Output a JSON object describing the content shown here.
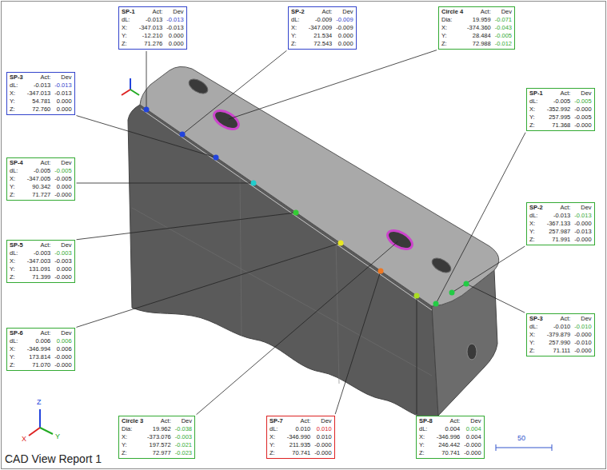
{
  "diagram": {
    "caption": "CAD View Report 1",
    "nodes": [
      {
        "text": [
          "SP-1",
          "Act:",
          "Dev",
          "dL:",
          "-0.013",
          "-0.013",
          "X:",
          "-347.013",
          "-0.013",
          "Y:",
          "-12.210",
          "0.000",
          "Z:",
          "71.276",
          "0.000"
        ]
      },
      {
        "text": [
          "SP-2",
          "Act:",
          "Dev",
          "dL:",
          "-0.009",
          "-0.009",
          "X:",
          "-347.009",
          "-0.009",
          "Y:",
          "21.534",
          "0.000",
          "Z:",
          "72.543",
          "0.000"
        ]
      },
      {
        "text": [
          "Circle 4",
          "Act:",
          "Dev",
          "Dia:",
          "19.959",
          "-0.071",
          "X:",
          "-374.360",
          "-0.043",
          "Y:",
          "28.484",
          "-0.005",
          "Z:",
          "72.988",
          "-0.012"
        ]
      },
      {
        "text": [
          "SP-3",
          "Act:",
          "Dev",
          "dL:",
          "-0.013",
          "-0.013",
          "X:",
          "-347.013",
          "-0.013",
          "Y:",
          "54.781",
          "0.000",
          "Z:",
          "72.760",
          "0.000"
        ]
      },
      {
        "text": [
          "SP-1",
          "Act:",
          "Dev",
          "dL:",
          "-0.005",
          "-0.005",
          "X:",
          "-352.992",
          "-0.000",
          "Y:",
          "257.995",
          "-0.005",
          "Z:",
          "71.368",
          "-0.000"
        ]
      },
      {
        "text": [
          "SP-4",
          "Act:",
          "Dev",
          "dL:",
          "-0.005",
          "-0.005",
          "X:",
          "-347.005",
          "-0.005",
          "Y:",
          "90.342",
          "0.000",
          "Z:",
          "71.727",
          "-0.000"
        ]
      },
      {
        "text": [
          "SP-2",
          "Act:",
          "Dev",
          "dL:",
          "-0.013",
          "-0.013",
          "X:",
          "-367.133",
          "-0.000",
          "Y:",
          "257.987",
          "-0.013",
          "Z:",
          "71.991",
          "-0.000"
        ]
      },
      {
        "text": [
          "SP-5",
          "Act:",
          "Dev",
          "dL:",
          "-0.003",
          "-0.003",
          "X:",
          "-347.003",
          "-0.003",
          "Y:",
          "131.091",
          "0.000",
          "Z:",
          "71.399",
          "-0.000"
        ]
      },
      {
        "text": [
          "SP-3",
          "Act:",
          "Dev",
          "dL:",
          "-0.010",
          "-0.010",
          "X:",
          "-379.879",
          "-0.000",
          "Y:",
          "257.990",
          "-0.010",
          "Z:",
          "71.111",
          "-0.000"
        ]
      },
      {
        "text": [
          "SP-6",
          "Act:",
          "Dev",
          "dL:",
          "0.006",
          "0.006",
          "X:",
          "-346.994",
          "0.006",
          "Y:",
          "173.814",
          "-0.000",
          "Z:",
          "71.070",
          "-0.000"
        ]
      },
      {
        "text": [
          "Circle 3",
          "Act:",
          "Dev",
          "Dia:",
          "19.962",
          "-0.038",
          "X:",
          "-373.076",
          "-0.003",
          "Y:",
          "197.572",
          "-0.021",
          "Z:",
          "72.977",
          "-0.023"
        ]
      },
      {
        "text": [
          "SP-7",
          "Act:",
          "Dev",
          "dL:",
          "0.010",
          "0.010",
          "X:",
          "-346.990",
          "0.010",
          "Y:",
          "211.935",
          "-0.000",
          "Z:",
          "70.741",
          "-0.000"
        ]
      },
      {
        "text": [
          "SP-8",
          "Act:",
          "Dev",
          "dL:",
          "0.004",
          "0.004",
          "X:",
          "-346.996",
          "0.004",
          "Y:",
          "246.442",
          "-0.000",
          "Z:",
          "70.741",
          "-0.000"
        ]
      }
    ],
    "labels": [
      "50",
      "Z",
      "X",
      "Y"
    ]
  }
}
